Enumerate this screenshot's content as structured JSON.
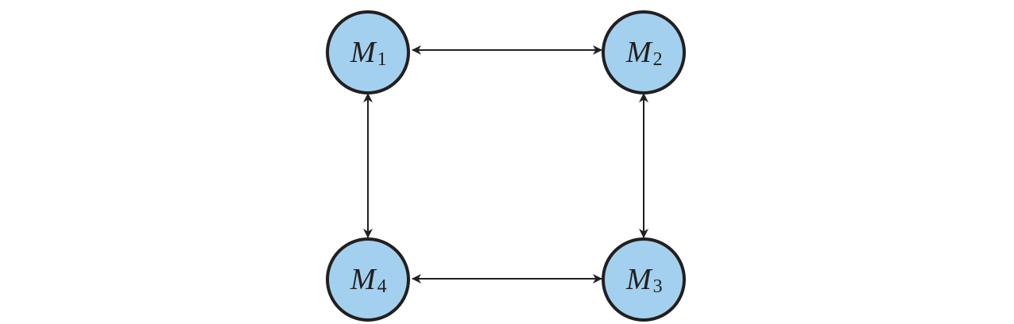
{
  "diagram": {
    "nodes": [
      {
        "id": "m1",
        "label": "M",
        "subscript": "1"
      },
      {
        "id": "m2",
        "label": "M",
        "subscript": "2"
      },
      {
        "id": "m3",
        "label": "M",
        "subscript": "3"
      },
      {
        "id": "m4",
        "label": "M",
        "subscript": "4"
      }
    ],
    "edges": [
      {
        "from": "m1",
        "to": "m2",
        "direction": "both"
      },
      {
        "from": "m2",
        "to": "m3",
        "direction": "both"
      },
      {
        "from": "m3",
        "to": "m4",
        "direction": "both"
      },
      {
        "from": "m4",
        "to": "m1",
        "direction": "both"
      }
    ],
    "colors": {
      "node_fill": "#a3d0ee",
      "stroke": "#231f20"
    }
  }
}
